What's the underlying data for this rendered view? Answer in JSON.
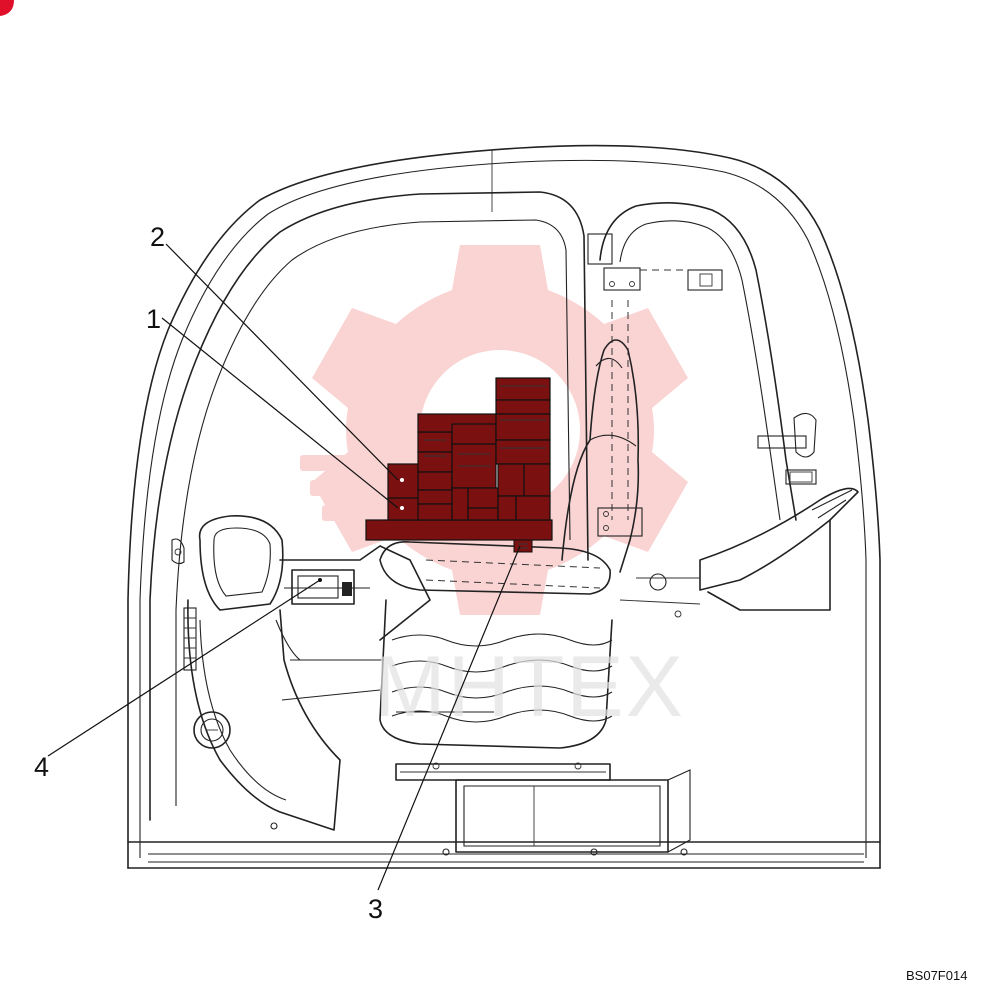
{
  "figure_code": "BS07F014",
  "watermark": "MHTEX",
  "callouts": [
    {
      "number": "1"
    },
    {
      "number": "2"
    },
    {
      "number": "3"
    },
    {
      "number": "4"
    }
  ],
  "colors": {
    "line": "#222222",
    "fuse_box": "#7a1010",
    "watermark": "#f4a8a8",
    "corner_mark": "#e0102a"
  }
}
